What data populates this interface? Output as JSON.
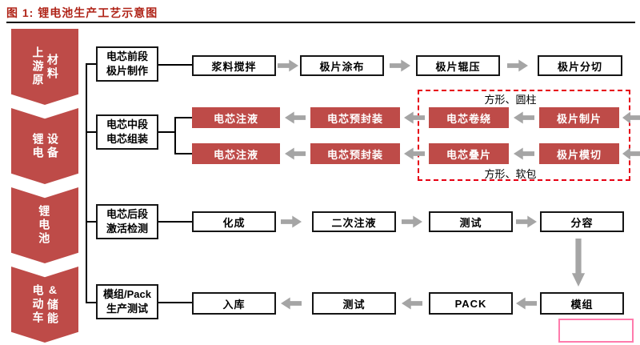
{
  "figure": {
    "title": "图 1: 锂电池生产工艺示意图"
  },
  "chevrons": [
    {
      "line1": "上游原",
      "line2": "材料"
    },
    {
      "line1": "锂电",
      "line2": "设备"
    },
    {
      "line1": "锂电池",
      "line2": ""
    },
    {
      "line1": "电动车",
      "line2": "&储能"
    }
  ],
  "stages": [
    {
      "line1": "电芯前段",
      "line2": "极片制作"
    },
    {
      "line1": "电芯中段",
      "line2": "电芯组装"
    },
    {
      "line1": "电芯后段",
      "line2": "激活检测"
    },
    {
      "line1": "模组/Pack",
      "line2": "生产测试"
    }
  ],
  "rows": {
    "row1": [
      "浆料搅拌",
      "极片涂布",
      "极片辊压",
      "极片分切"
    ],
    "row2": [
      "电芯注液",
      "电芯预封装",
      "电芯卷绕",
      "极片制片"
    ],
    "row3": [
      "电芯注液",
      "电芯预封装",
      "电芯叠片",
      "极片模切"
    ],
    "row4": [
      "化成",
      "二次注液",
      "测试",
      "分容"
    ],
    "row5": [
      "入库",
      "测试",
      "PACK",
      "模组"
    ]
  },
  "annotations": {
    "winding_note": "方形、圆柱",
    "stacking_note": "方形、软包"
  },
  "colors": {
    "brick_red": "#BE4B48",
    "title_red": "#B02418",
    "arrow_gray": "#A5A5A5",
    "dashed_red": "#E60012",
    "pink": "#FF7BAC",
    "line_black": "#000000"
  }
}
